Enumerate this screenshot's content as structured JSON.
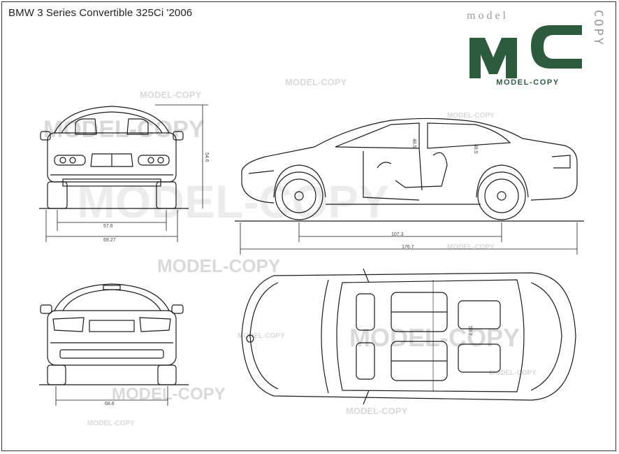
{
  "title": "BMW 3 Series Convertible 325Ci '2006",
  "logo": {
    "tagline": "model",
    "letters": "MC",
    "vertical_text": "COPY",
    "strip": "MODEL-COPY",
    "brand_color": "#2e5a3e"
  },
  "watermarks": {
    "large": "MODEL-COPY",
    "small": "MODEL-COPY"
  },
  "dimensions": {
    "front_height": "54.6",
    "front_track": "57.6",
    "front_width": "69.27",
    "side_wheelbase": "107.3",
    "side_length": "176.7",
    "rear_track": "68.6",
    "top_a": "48.5",
    "top_b": "48.5",
    "top_c": "59.7"
  },
  "colors": {
    "line": "#1a1a1a",
    "watermark": "#d9d9d9"
  }
}
